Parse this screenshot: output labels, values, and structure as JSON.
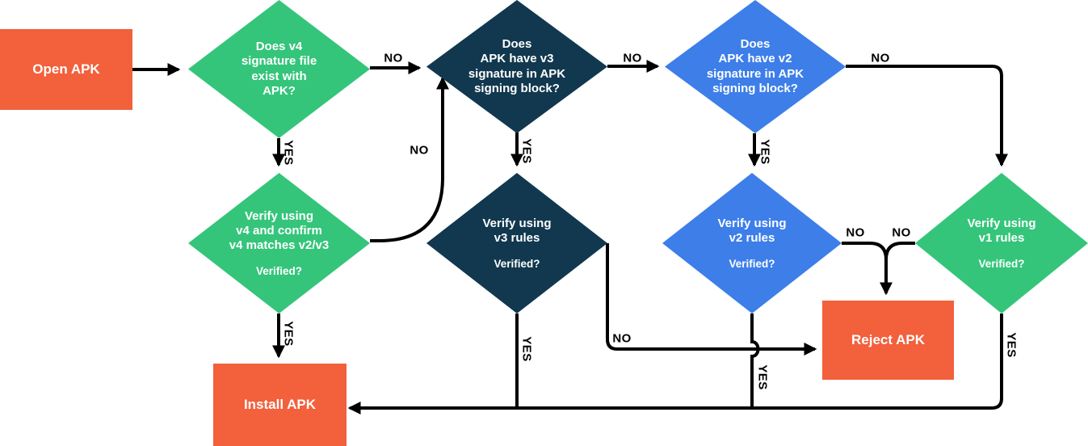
{
  "title": "APK signature verification flowchart",
  "colors": {
    "orange": "#f2603c",
    "green": "#34c57a",
    "navy": "#11384e",
    "blue": "#3d7ee9",
    "line": "#000000",
    "edge_label": "#000000",
    "node_text": "#ffffff"
  },
  "nodes": {
    "open_apk": {
      "label": "Open APK"
    },
    "q_v4": {
      "label": "Does v4\nsignature file\nexist with\nAPK?"
    },
    "q_v3": {
      "label": "Does\nAPK have v3\nsignature in APK\nsigning block?"
    },
    "q_v2": {
      "label": "Does\nAPK have v2\nsignature in APK\nsigning block?"
    },
    "verify_v4": {
      "label": "Verify using\nv4 and confirm\nv4 matches v2/v3",
      "sub": "Verified?"
    },
    "verify_v3": {
      "label": "Verify using\nv3 rules",
      "sub": "Verified?"
    },
    "verify_v2": {
      "label": "Verify using\nv2 rules",
      "sub": "Verified?"
    },
    "verify_v1": {
      "label": "Verify using\nv1 rules",
      "sub": "Verified?"
    },
    "reject_apk": {
      "label": "Reject APK"
    },
    "install_apk": {
      "label": "Install APK"
    }
  },
  "edge_labels": {
    "q_v4_no": "NO",
    "q_v4_yes": "YES",
    "q_v3_no": "NO",
    "q_v3_yes": "YES",
    "q_v2_no": "NO",
    "q_v2_yes": "YES",
    "verify_v4_no": "NO",
    "verify_v4_yes": "YES",
    "verify_v3_no": "NO",
    "verify_v3_yes": "YES",
    "verify_v2_no": "NO",
    "verify_v2_yes": "YES",
    "verify_v1_no": "NO",
    "verify_v1_yes": "YES"
  }
}
